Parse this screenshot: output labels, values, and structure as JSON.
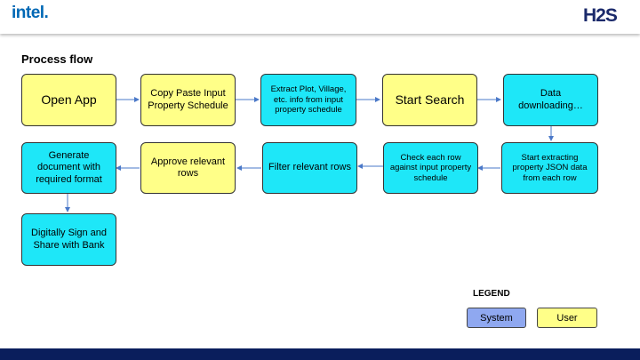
{
  "header": {
    "intel_logo": "intel.",
    "h2s_logo": "H2S"
  },
  "title": "Process flow",
  "boxes": {
    "open_app": "Open App",
    "copy_paste": "Copy Paste Input Property Schedule",
    "extract_plot": "Extract Plot, Village, etc. info from input property schedule",
    "start_search": "Start Search",
    "data_downloading": "Data downloading…",
    "start_extracting": "Start extracting property JSON data from each row",
    "check_each_row": "Check each row against input property schedule",
    "filter_rows": "Filter relevant rows",
    "approve_rows": "Approve relevant rows",
    "generate_doc": "Generate document with required format",
    "sign_share": "Digitally Sign and Share with Bank"
  },
  "legend": {
    "title": "LEGEND",
    "system": "System",
    "user": "User",
    "system_color": "#8fa8f0",
    "user_color": "#ffff88"
  },
  "colors": {
    "system_box": "#1ee7f8",
    "user_box": "#ffff88",
    "arrow": "#4a78c8",
    "footer": "#0a1e5c"
  }
}
